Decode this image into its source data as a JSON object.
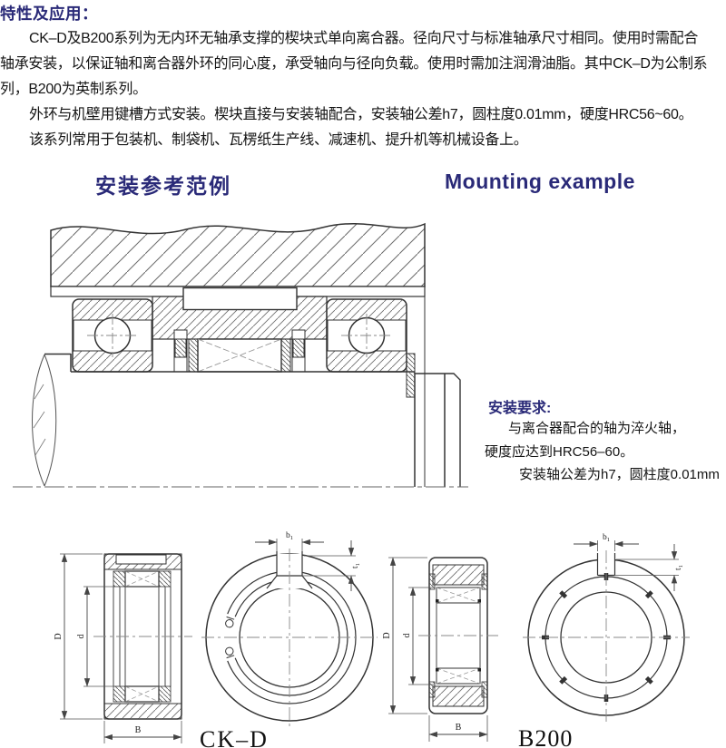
{
  "colors": {
    "accent": "#2a2a78",
    "body_text": "#141414",
    "line": "#333333",
    "hatch": "#6a6a6a"
  },
  "intro": {
    "heading": "特性及应用：",
    "lines": [
      {
        "text": "CK–D及B200系列为无内环无轴承支撑的楔块式单向离合器。径向尺寸与标准轴承尺寸相同。使用时需配合"
      },
      {
        "text": "轴承安装，以保证轴和离合器外环的同心度，承受轴向与径向负载。使用时需加注润滑油脂。其中CK–D为公制系"
      },
      {
        "text": "列，B200为英制系列。"
      },
      {
        "text": "外环与机壁用键槽方式安装。楔块直接与安装轴配合，安装轴公差h7，圆柱度0.01mm，硬度HRC56~60。"
      },
      {
        "text": "该系列常用于包装机、制袋机、瓦楞纸生产线、减速机、提升机等机械设备上。"
      }
    ]
  },
  "section": {
    "title_zh": "安装参考范例",
    "title_en": "Mounting example"
  },
  "notes": {
    "heading": "安装要求:",
    "lines": [
      {
        "text": "与离合器配合的轴为淬火轴，"
      },
      {
        "text": "硬度应达到HRC56–60。"
      },
      {
        "text": "安装轴公差为h7，圆柱度0.01mm"
      }
    ]
  },
  "figures": {
    "ckd": {
      "label": "CK–D",
      "dims": {
        "outer_diameter": "D",
        "bore_diameter": "d",
        "width": "B",
        "keyway_width": "b",
        "keyway_width_sub": "1",
        "keyway_depth": "t",
        "keyway_depth_sub": "1"
      }
    },
    "b200": {
      "label": "B200",
      "dims": {
        "outer_diameter": "D",
        "bore_diameter": "d",
        "width": "B",
        "keyway_width": "b",
        "keyway_width_sub": "1",
        "keyway_depth": "t",
        "keyway_depth_sub": "1"
      }
    }
  }
}
